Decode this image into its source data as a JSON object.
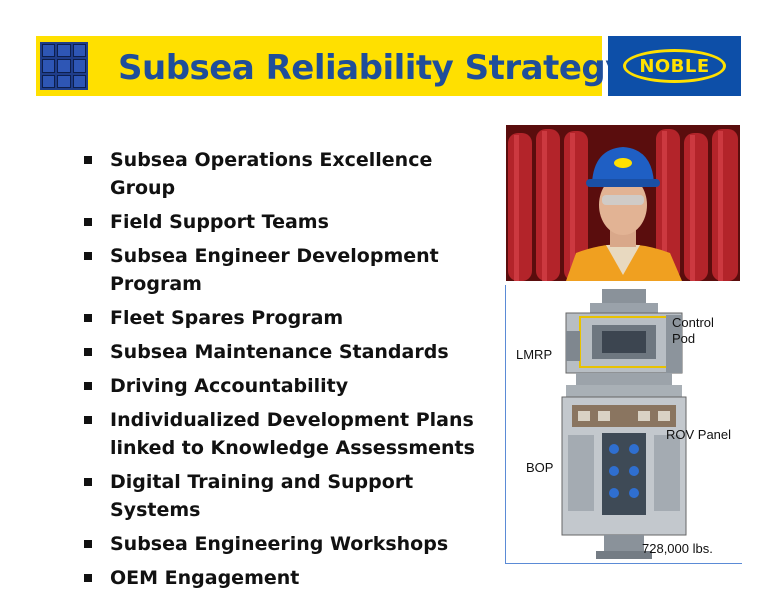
{
  "header": {
    "title": "Subsea Reliability Strategy",
    "brand": "NOBLE",
    "bar_color": "#ffe000",
    "title_color": "#1f4e9a",
    "brand_box_color": "#0d4fa8"
  },
  "bullets": [
    {
      "line1": "Subsea Operations Excellence Group",
      "line2": ""
    },
    {
      "line1": "Field Support Teams",
      "line2": ""
    },
    {
      "line1": "Subsea Engineer Development",
      "line2": "Program"
    },
    {
      "line1": "Fleet Spares Program",
      "line2": ""
    },
    {
      "line1": "Subsea Maintenance Standards",
      "line2": ""
    },
    {
      "line1": "Driving Accountability",
      "line2": ""
    },
    {
      "line1": "Individualized Development Plans",
      "line2": "linked to Knowledge Assessments"
    },
    {
      "line1": "Digital Training and Support Systems",
      "line2": ""
    },
    {
      "line1": "Subsea Engineering Workshops",
      "line2": ""
    },
    {
      "line1": "OEM Engagement",
      "line2": ""
    }
  ],
  "diagram": {
    "control_pod_line1": "Control",
    "control_pod_line2": "Pod",
    "lmrp": "LMRP",
    "rov_panel": "ROV Panel",
    "bop": "BOP",
    "weight": "728,000 lbs."
  }
}
